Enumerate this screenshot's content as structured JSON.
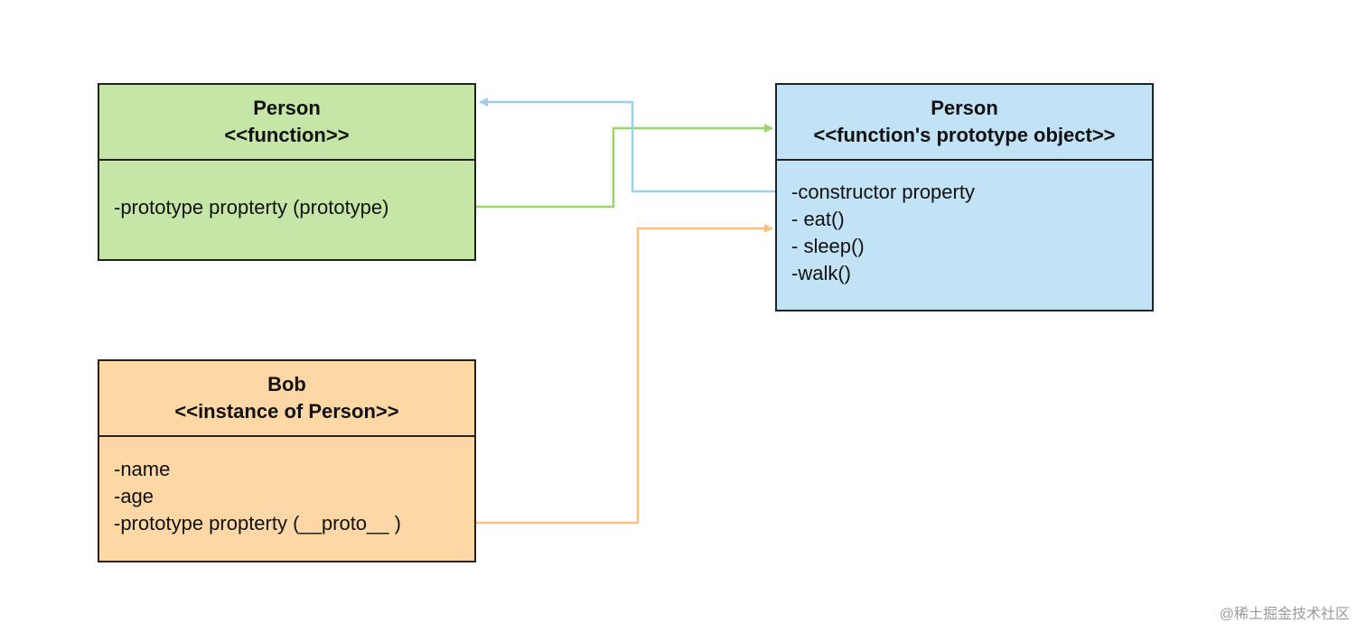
{
  "colors": {
    "function_fill": "#c5e6a6",
    "prototype_fill": "#c2e2f5",
    "instance_fill": "#fdd7a6",
    "arrow_blue": "#9ccfee",
    "arrow_green": "#9ad46a",
    "arrow_orange": "#fbc27d",
    "border": "#222222"
  },
  "boxes": {
    "function": {
      "name": "Person",
      "stereotype": "<<function>>",
      "members": [
        "-prototype propterty (prototype)"
      ]
    },
    "prototype": {
      "name": "Person",
      "stereotype": "<<function's prototype object>>",
      "members": [
        "-constructor property",
        "- eat()",
        "- sleep()",
        "-walk()"
      ]
    },
    "instance": {
      "name": "Bob",
      "stereotype": "<<instance of Person>>",
      "members": [
        "-name",
        "-age",
        "-prototype propterty (__proto__ )"
      ]
    }
  },
  "watermark": "@稀土掘金技术社区"
}
